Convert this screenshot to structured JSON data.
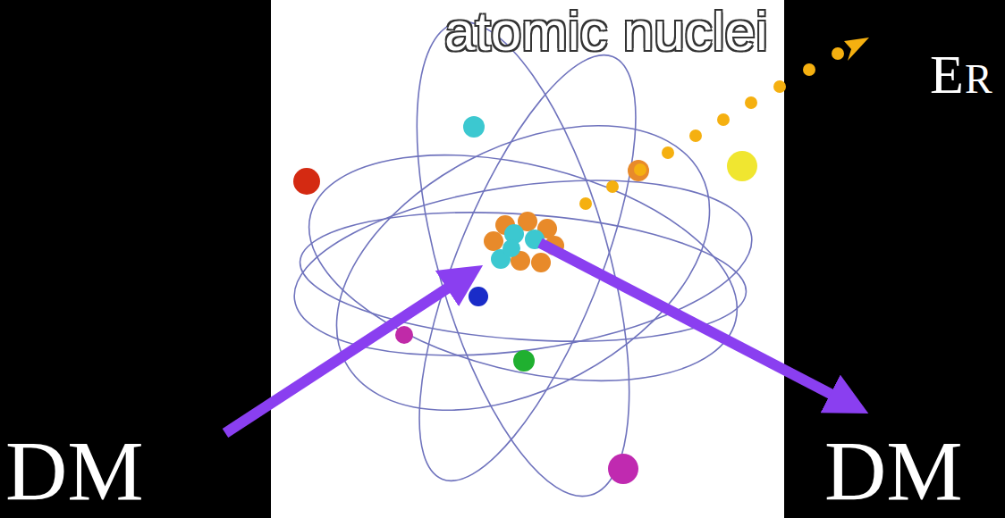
{
  "diagram": {
    "title": "atomic nuclei",
    "labels": [
      "DM",
      "DM",
      "E",
      "R"
    ]
  }
}
